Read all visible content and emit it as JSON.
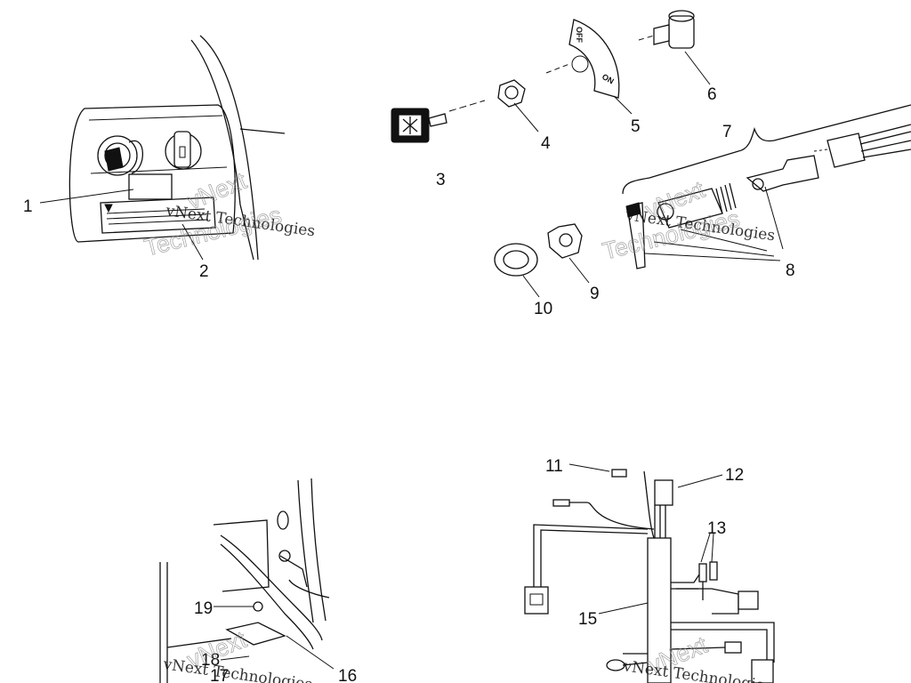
{
  "callouts": [
    "1",
    "2",
    "3",
    "4",
    "5",
    "6",
    "7",
    "8",
    "9",
    "10",
    "11",
    "12",
    "13",
    "15",
    "16",
    "17",
    "18",
    "19"
  ],
  "switch_plate": {
    "off": "OFF",
    "on": "ON"
  },
  "watermark": {
    "brand": "vNext",
    "line1": "vNext Technologies",
    "line2": "Technologies"
  }
}
